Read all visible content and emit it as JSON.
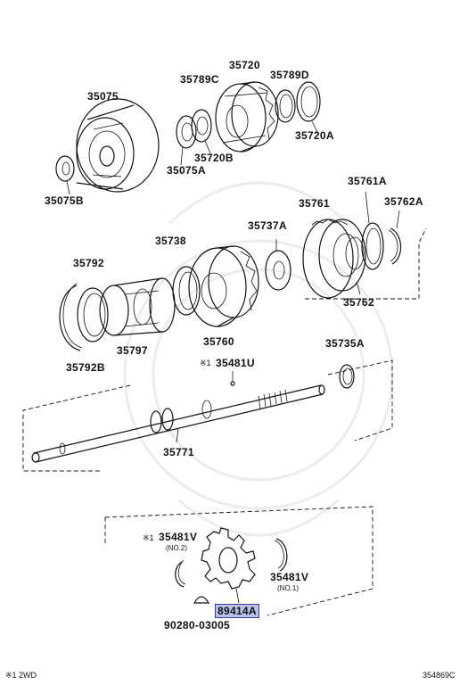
{
  "parts": {
    "p35075": "35075",
    "p35075b": "35075B",
    "p35075a": "35075A",
    "p35720": "35720",
    "p35720b": "35720B",
    "p35720a": "35720A",
    "p35789c": "35789C",
    "p35789d": "35789D",
    "p35792": "35792",
    "p35792b": "35792B",
    "p35797": "35797",
    "p35738": "35738",
    "p35760": "35760",
    "p35737a": "35737A",
    "p35761": "35761",
    "p35761a": "35761A",
    "p35762a": "35762A",
    "p35762": "35762",
    "p35735a": "35735A",
    "p35481u": "35481U",
    "p35771": "35771",
    "p35481v_left": "35481V",
    "p35481v_right": "35481V",
    "p89414a": "89414A",
    "p90280": "90280-03005"
  },
  "subs": {
    "no2": "(NO.2)",
    "no1": "(NO.1)"
  },
  "marks": {
    "mark_35481u": "※1",
    "mark_35481v": "※1"
  },
  "footer": {
    "left_note": "※1 2WD",
    "ref_code": "354869C"
  },
  "colors": {
    "highlight_fill": "#b9c0ec",
    "highlight_border": "#3a3aa8",
    "line": "#111111"
  }
}
